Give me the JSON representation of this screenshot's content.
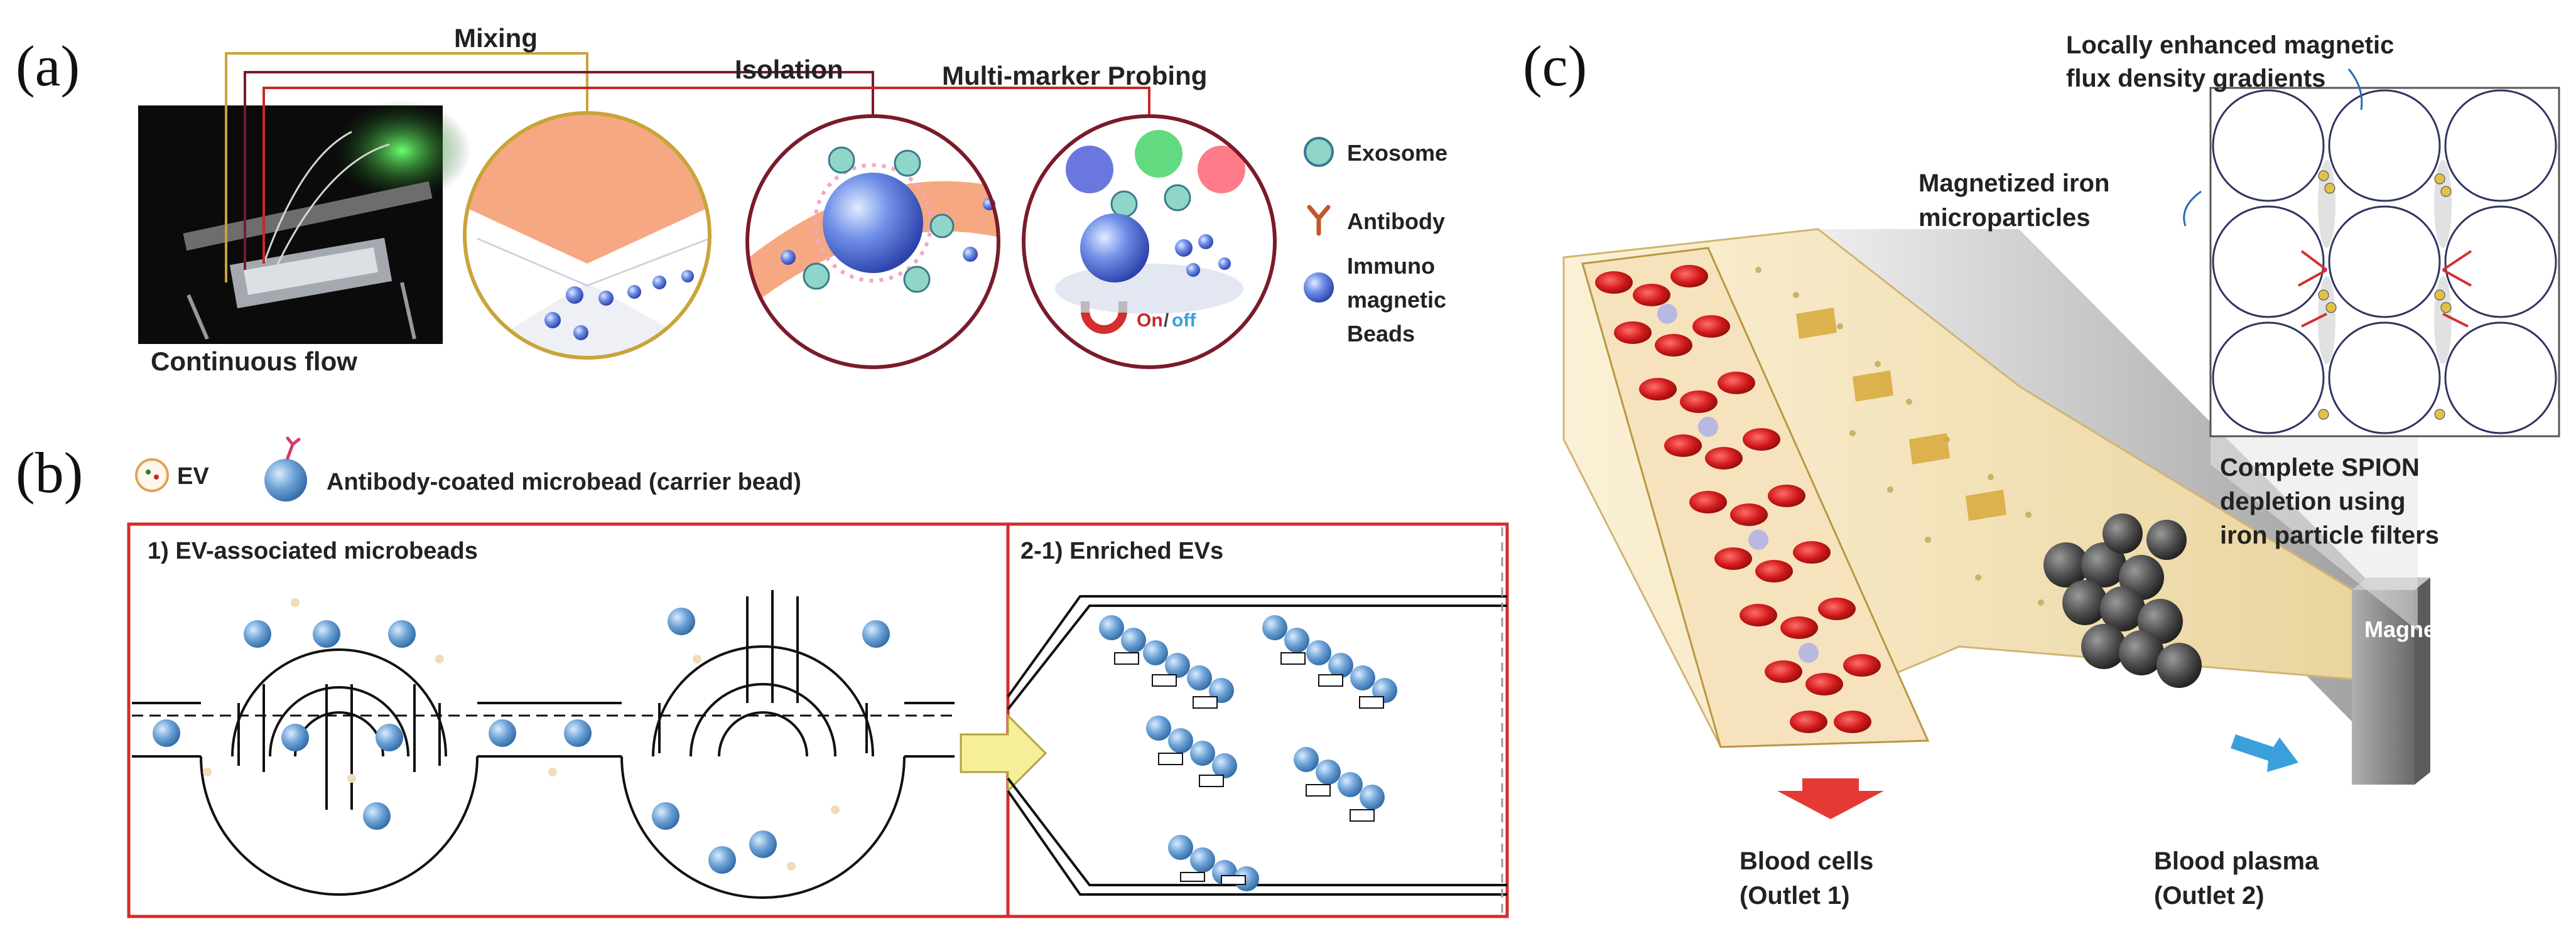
{
  "panels": {
    "a": {
      "letter": "(a)",
      "labels": {
        "mixing": "Mixing",
        "isolation": "Isolation",
        "probing": "Multi-marker Probing",
        "continuous_flow": "Continuous flow",
        "on": "On",
        "slash": "/",
        "off": "off"
      },
      "legend": [
        {
          "icon": "exosome-icon",
          "lines": [
            "Exosome"
          ]
        },
        {
          "icon": "antibody-icon",
          "lines": [
            "Antibody"
          ]
        },
        {
          "icon": "immunomagnetic-bead-icon",
          "lines": [
            "Immuno",
            "magnetic",
            "Beads"
          ]
        }
      ]
    },
    "b": {
      "letter": "(b)",
      "legend_ev": "EV",
      "legend_bead": "Antibody-coated microbead (carrier bead)",
      "box1_title": "1) EV-associated microbeads",
      "box2_title": "2-1) Enriched EVs"
    },
    "c": {
      "letter": "(c)",
      "callout_gradients": [
        "Locally enhanced magnetic",
        "flux density gradients"
      ],
      "callout_iron": [
        "Magnetized iron",
        "microparticles"
      ],
      "callout_spion": [
        "Complete SPION",
        "depletion using",
        "iron particle filters"
      ],
      "magnet": "Magnet",
      "outlet1": [
        "Blood cells",
        "(Outlet 1)"
      ],
      "outlet2": [
        "Blood plasma",
        "(Outlet 2)"
      ]
    }
  },
  "colors": {
    "line_gold": "#c9a43a",
    "line_darkred": "#7a1b2a",
    "line_red": "#c62828",
    "frame_red": "#d62b2b",
    "rbc_red": "#d11a1a",
    "bead_blue": "#4f86c6",
    "plasma_yellow": "#f3e2b3",
    "arrow_red": "#e53935",
    "arrow_blue": "#3aa0dc",
    "magnet_gray": "#8c8c8c"
  }
}
